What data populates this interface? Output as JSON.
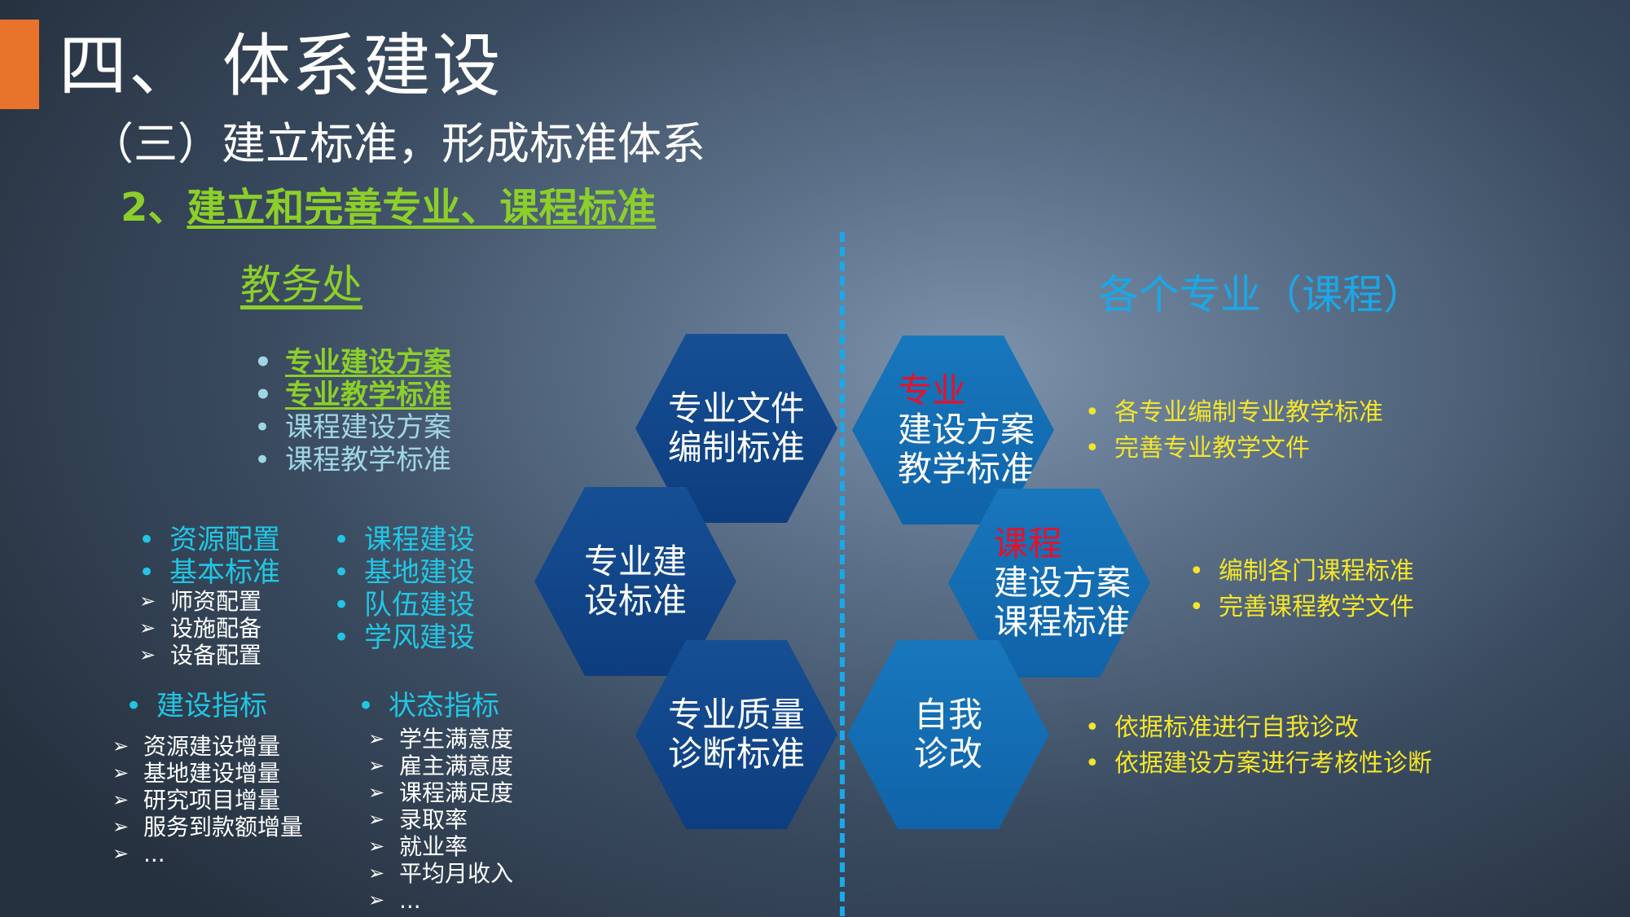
{
  "title": "四、 体系建设",
  "subtitle": "（三）建立标准，形成标准体系",
  "section": {
    "prefix": "2、",
    "text": "建立和完善专业、课程标准"
  },
  "left": {
    "heading": "教务处",
    "doc_items": [
      "专业建设方案",
      "专业教学标准",
      "课程建设方案",
      "课程教学标准"
    ],
    "resource_items": [
      "资源配置",
      "基本标准"
    ],
    "resource_sub": [
      "师资配置",
      "设施配备",
      "设备配置"
    ],
    "build_items": [
      "课程建设",
      "基地建设",
      "队伍建设",
      "学风建设"
    ],
    "indicator_a": {
      "title": "建设指标",
      "items": [
        "资源建设增量",
        "基地建设增量",
        "研究项目增量",
        "服务到款额增量",
        "..."
      ]
    },
    "indicator_b": {
      "title": "状态指标",
      "items": [
        "学生满意度",
        "雇主满意度",
        "课程满足度",
        "录取率",
        "就业率",
        "平均月收入",
        "..."
      ]
    }
  },
  "hexes": {
    "h1": [
      "专业文件",
      "编制标准"
    ],
    "h2": [
      "专业建",
      "设标准"
    ],
    "h3": [
      "专业质量",
      "诊断标准"
    ],
    "h4": {
      "tag": "专业",
      "lines": [
        "建设方案",
        "教学标准"
      ]
    },
    "h5": {
      "tag": "课程",
      "lines": [
        "建设方案",
        "课程标准"
      ]
    },
    "h6": [
      "自我",
      "诊改"
    ]
  },
  "right": {
    "heading": "各个专业（课程）",
    "list1": [
      "各专业编制专业教学标准",
      "完善专业教学文件"
    ],
    "list2": [
      "编制各门课程标准",
      "完善课程教学文件"
    ],
    "list3": [
      "依据标准进行自我诊改",
      "依据建设方案进行考核性诊断"
    ]
  },
  "colors": {
    "accent": "#e8732a",
    "green": "#8ccf2a",
    "cyan": "#21c6e4",
    "blue": "#1ba7e8",
    "yellow": "#f4e52a",
    "red": "#e8102a",
    "hex_dark": "#0d3d7e",
    "hex_light": "#1063a8"
  }
}
